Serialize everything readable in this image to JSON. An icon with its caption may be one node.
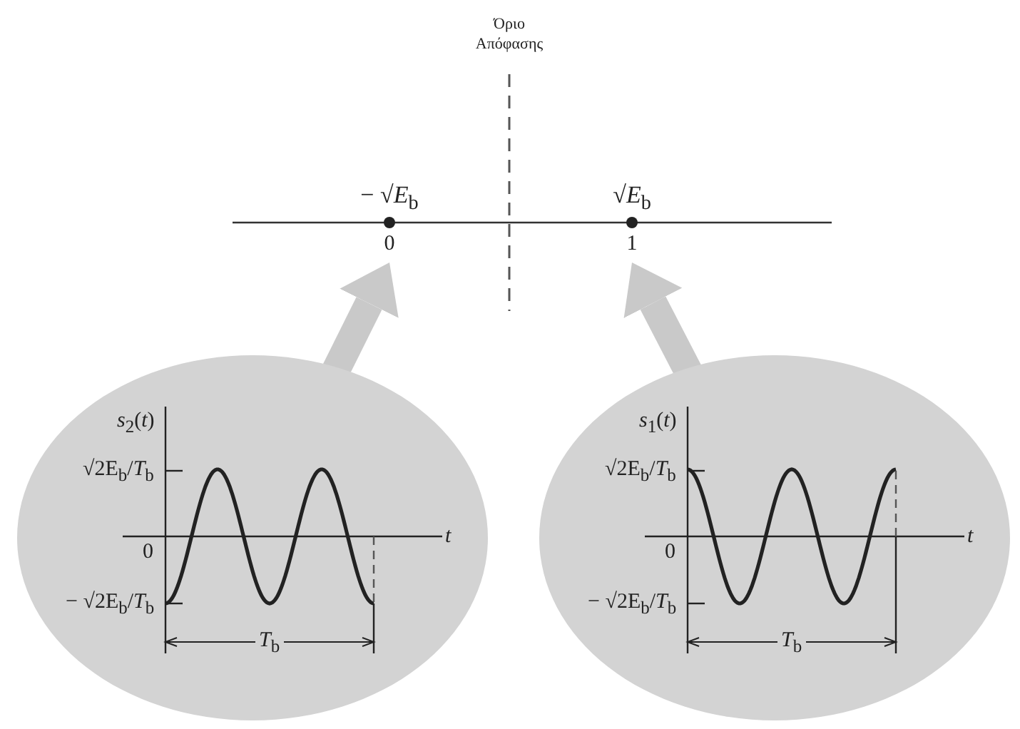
{
  "diagram": {
    "nodes": [
      {
        "text": [
          "− √*E*$_{b}$"
        ],
        "beside": [
          "0"
        ]
      },
      {
        "text": [
          "√*E*$_{b}$"
        ],
        "beside": [
          "1"
        ]
      },
      {
        "text": [
          "*s*$_{2}$(*t*)",
          "√2E$_{b}$/*T*$_{b}$",
          "0",
          "− √2E$_{b}$/*T*$_{b}$",
          "*t*",
          "*T*$_{b}$"
        ]
      },
      {
        "text": [
          "*s*$_{1}$(*t*)",
          "√2E$_{b}$/*T*$_{b}$",
          "0",
          "− √2E$_{b}$/*T*$_{b}$",
          "*t*",
          "*T*$_{b}$"
        ]
      }
    ],
    "edges": [
      {
        "from": 2,
        "to": 0,
        "arrow": "to"
      },
      {
        "from": 3,
        "to": 1,
        "arrow": "to"
      }
    ],
    "labels": [
      "Όριο Απόφασης"
    ]
  }
}
